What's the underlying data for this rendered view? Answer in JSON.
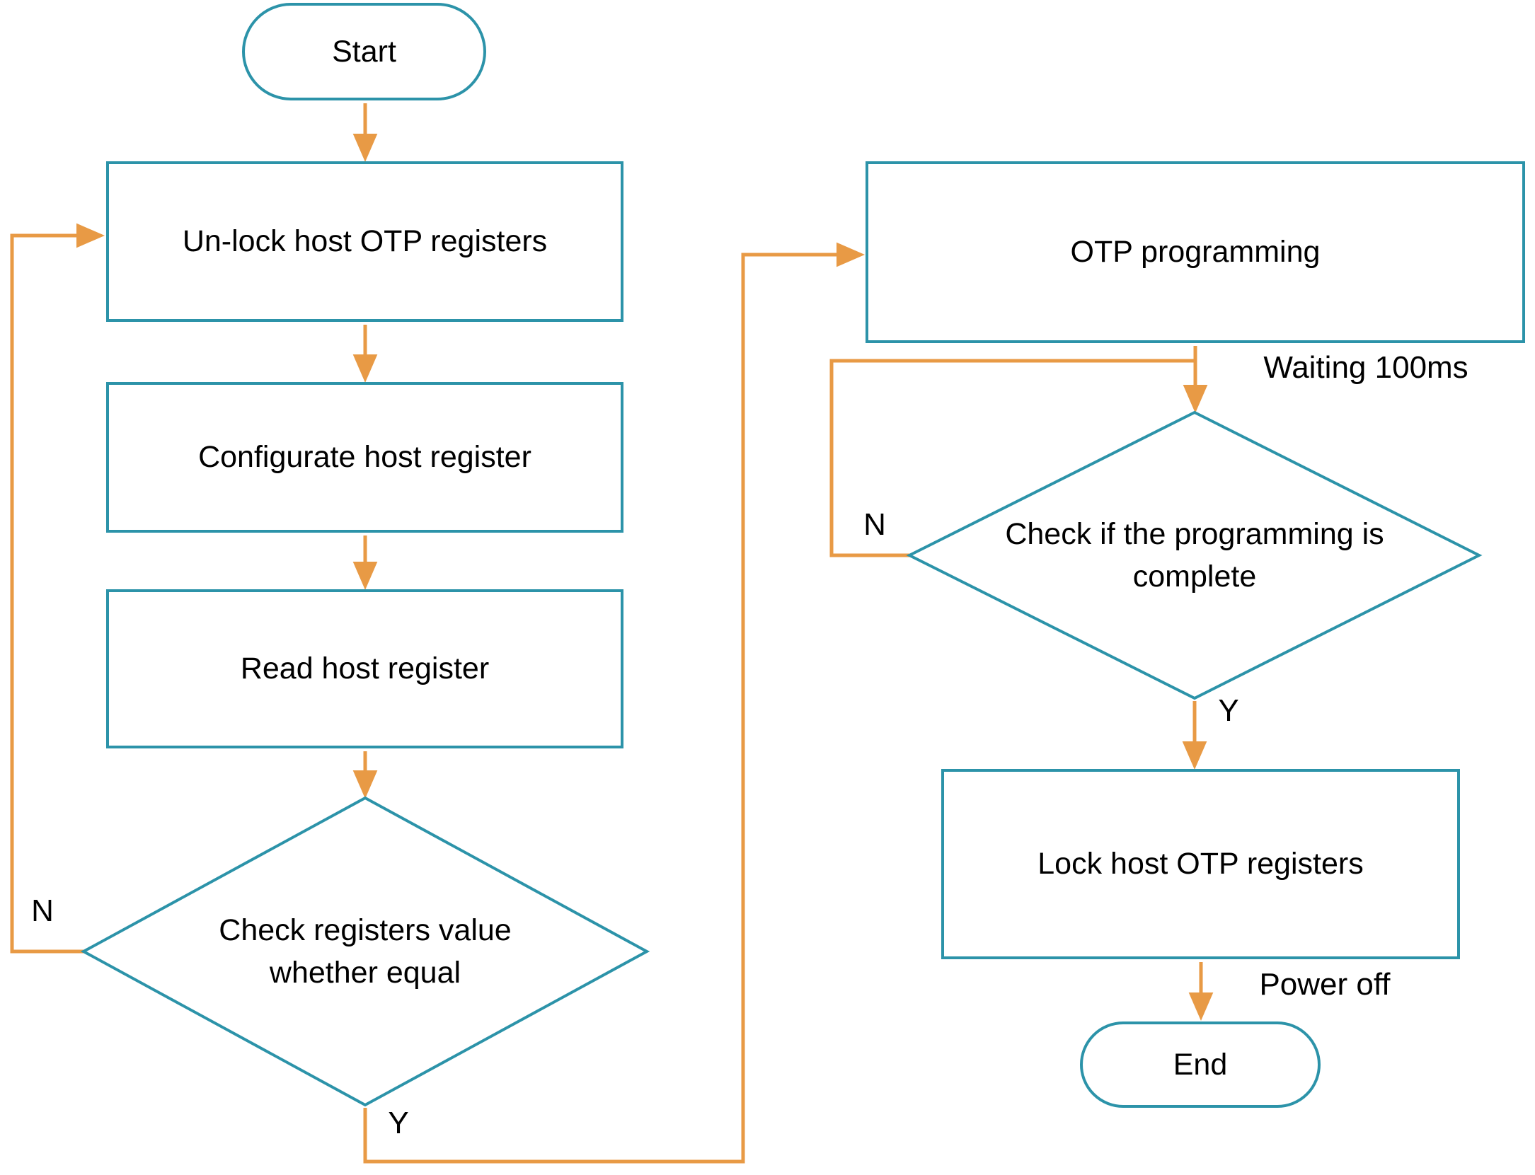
{
  "colors": {
    "node_border": "#2C93A9",
    "arrow": "#E89A45",
    "text": "#000000",
    "background": "#FFFFFF"
  },
  "nodes": {
    "start": {
      "label": "Start",
      "type": "terminator"
    },
    "unlock": {
      "label": "Un-lock host OTP registers",
      "type": "process"
    },
    "configurate": {
      "label": "Configurate host register",
      "type": "process"
    },
    "read": {
      "label": "Read host register",
      "type": "process"
    },
    "check_equal": {
      "label": "Check registers value whether equal",
      "type": "decision"
    },
    "otp_programming": {
      "label": "OTP programming",
      "type": "process"
    },
    "check_complete": {
      "label": "Check if the programming is complete",
      "type": "decision"
    },
    "lock": {
      "label": "Lock host OTP registers",
      "type": "process"
    },
    "end": {
      "label": "End",
      "type": "terminator"
    }
  },
  "edge_labels": {
    "equal_no": "N",
    "equal_yes": "Y",
    "complete_no": "N",
    "complete_yes": "Y",
    "waiting": "Waiting 100ms",
    "power_off": "Power off"
  }
}
